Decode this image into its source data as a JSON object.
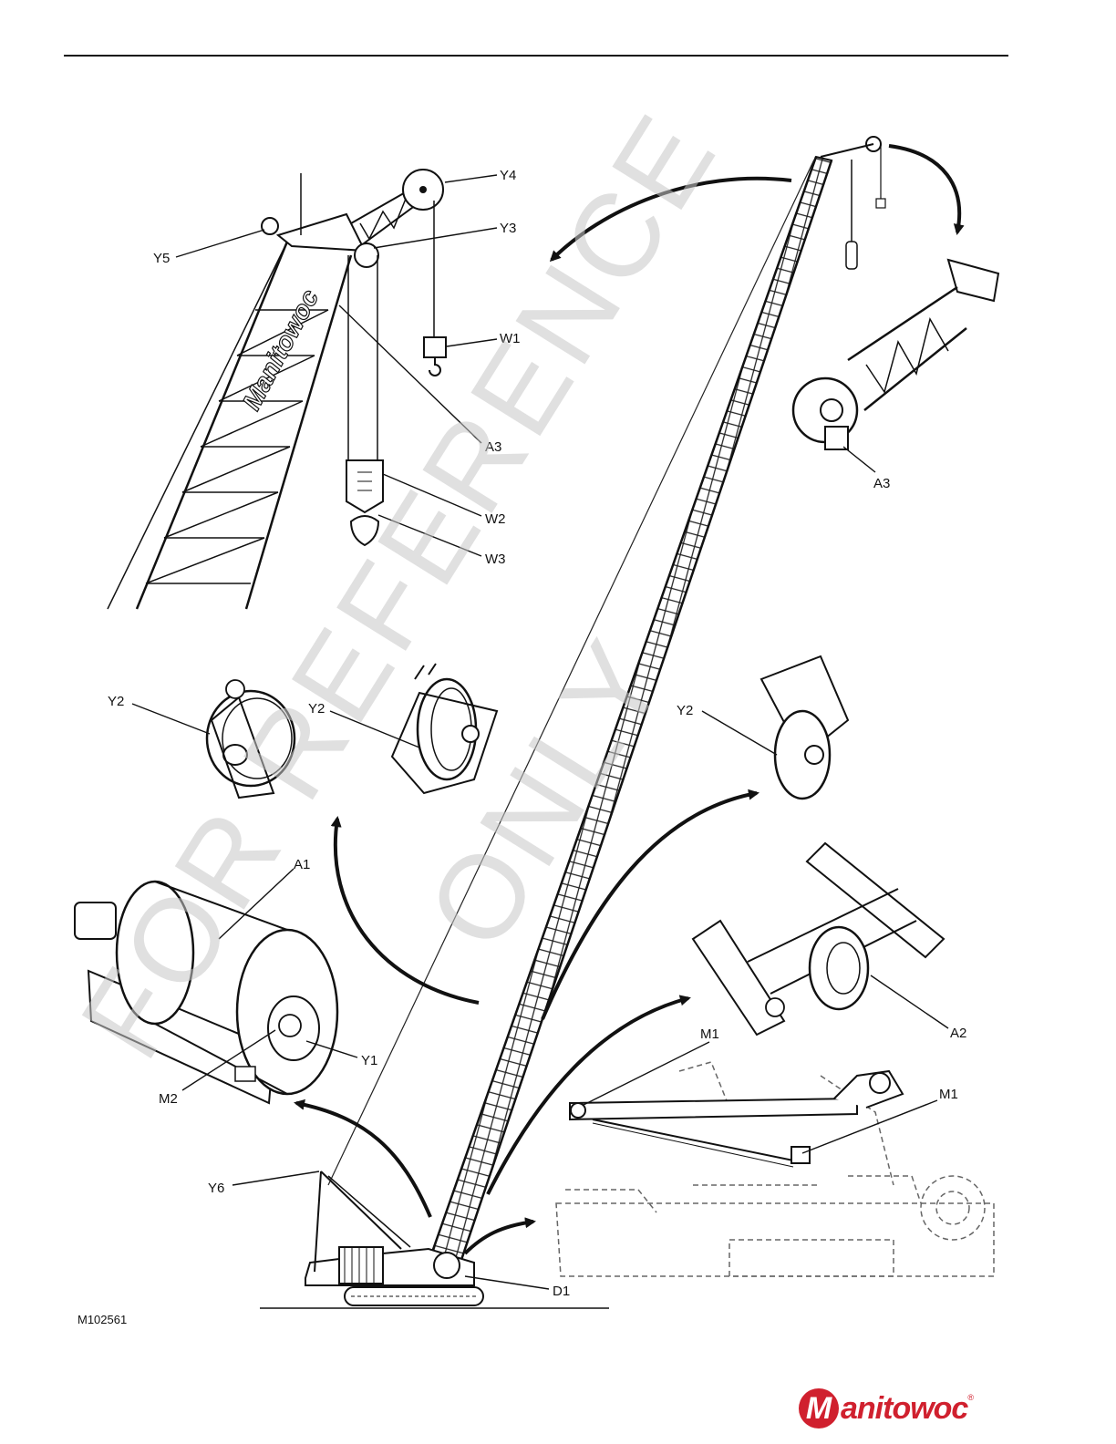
{
  "figure_id": "M102561",
  "watermark": {
    "line1": "FOR REFERENCE",
    "line2": "ONLY"
  },
  "brand": {
    "name": "Manitowoc",
    "badge_letter": "M",
    "rest": "anitowoc",
    "reg_mark": "®",
    "color": "#d0202e"
  },
  "callouts": {
    "Y4": "Y4",
    "Y3": "Y3",
    "Y5": "Y5",
    "W1": "W1",
    "A3_top": "A3",
    "W2": "W2",
    "W3": "W3",
    "A3_right": "A3",
    "Y2_left": "Y2",
    "Y2_mid": "Y2",
    "Y2_right": "Y2",
    "A1": "A1",
    "Y1": "Y1",
    "M2": "M2",
    "A2": "A2",
    "M1_top": "M1",
    "M1_right": "M1",
    "Y6": "Y6",
    "D1": "D1"
  },
  "boom_text": "Manitowoc"
}
